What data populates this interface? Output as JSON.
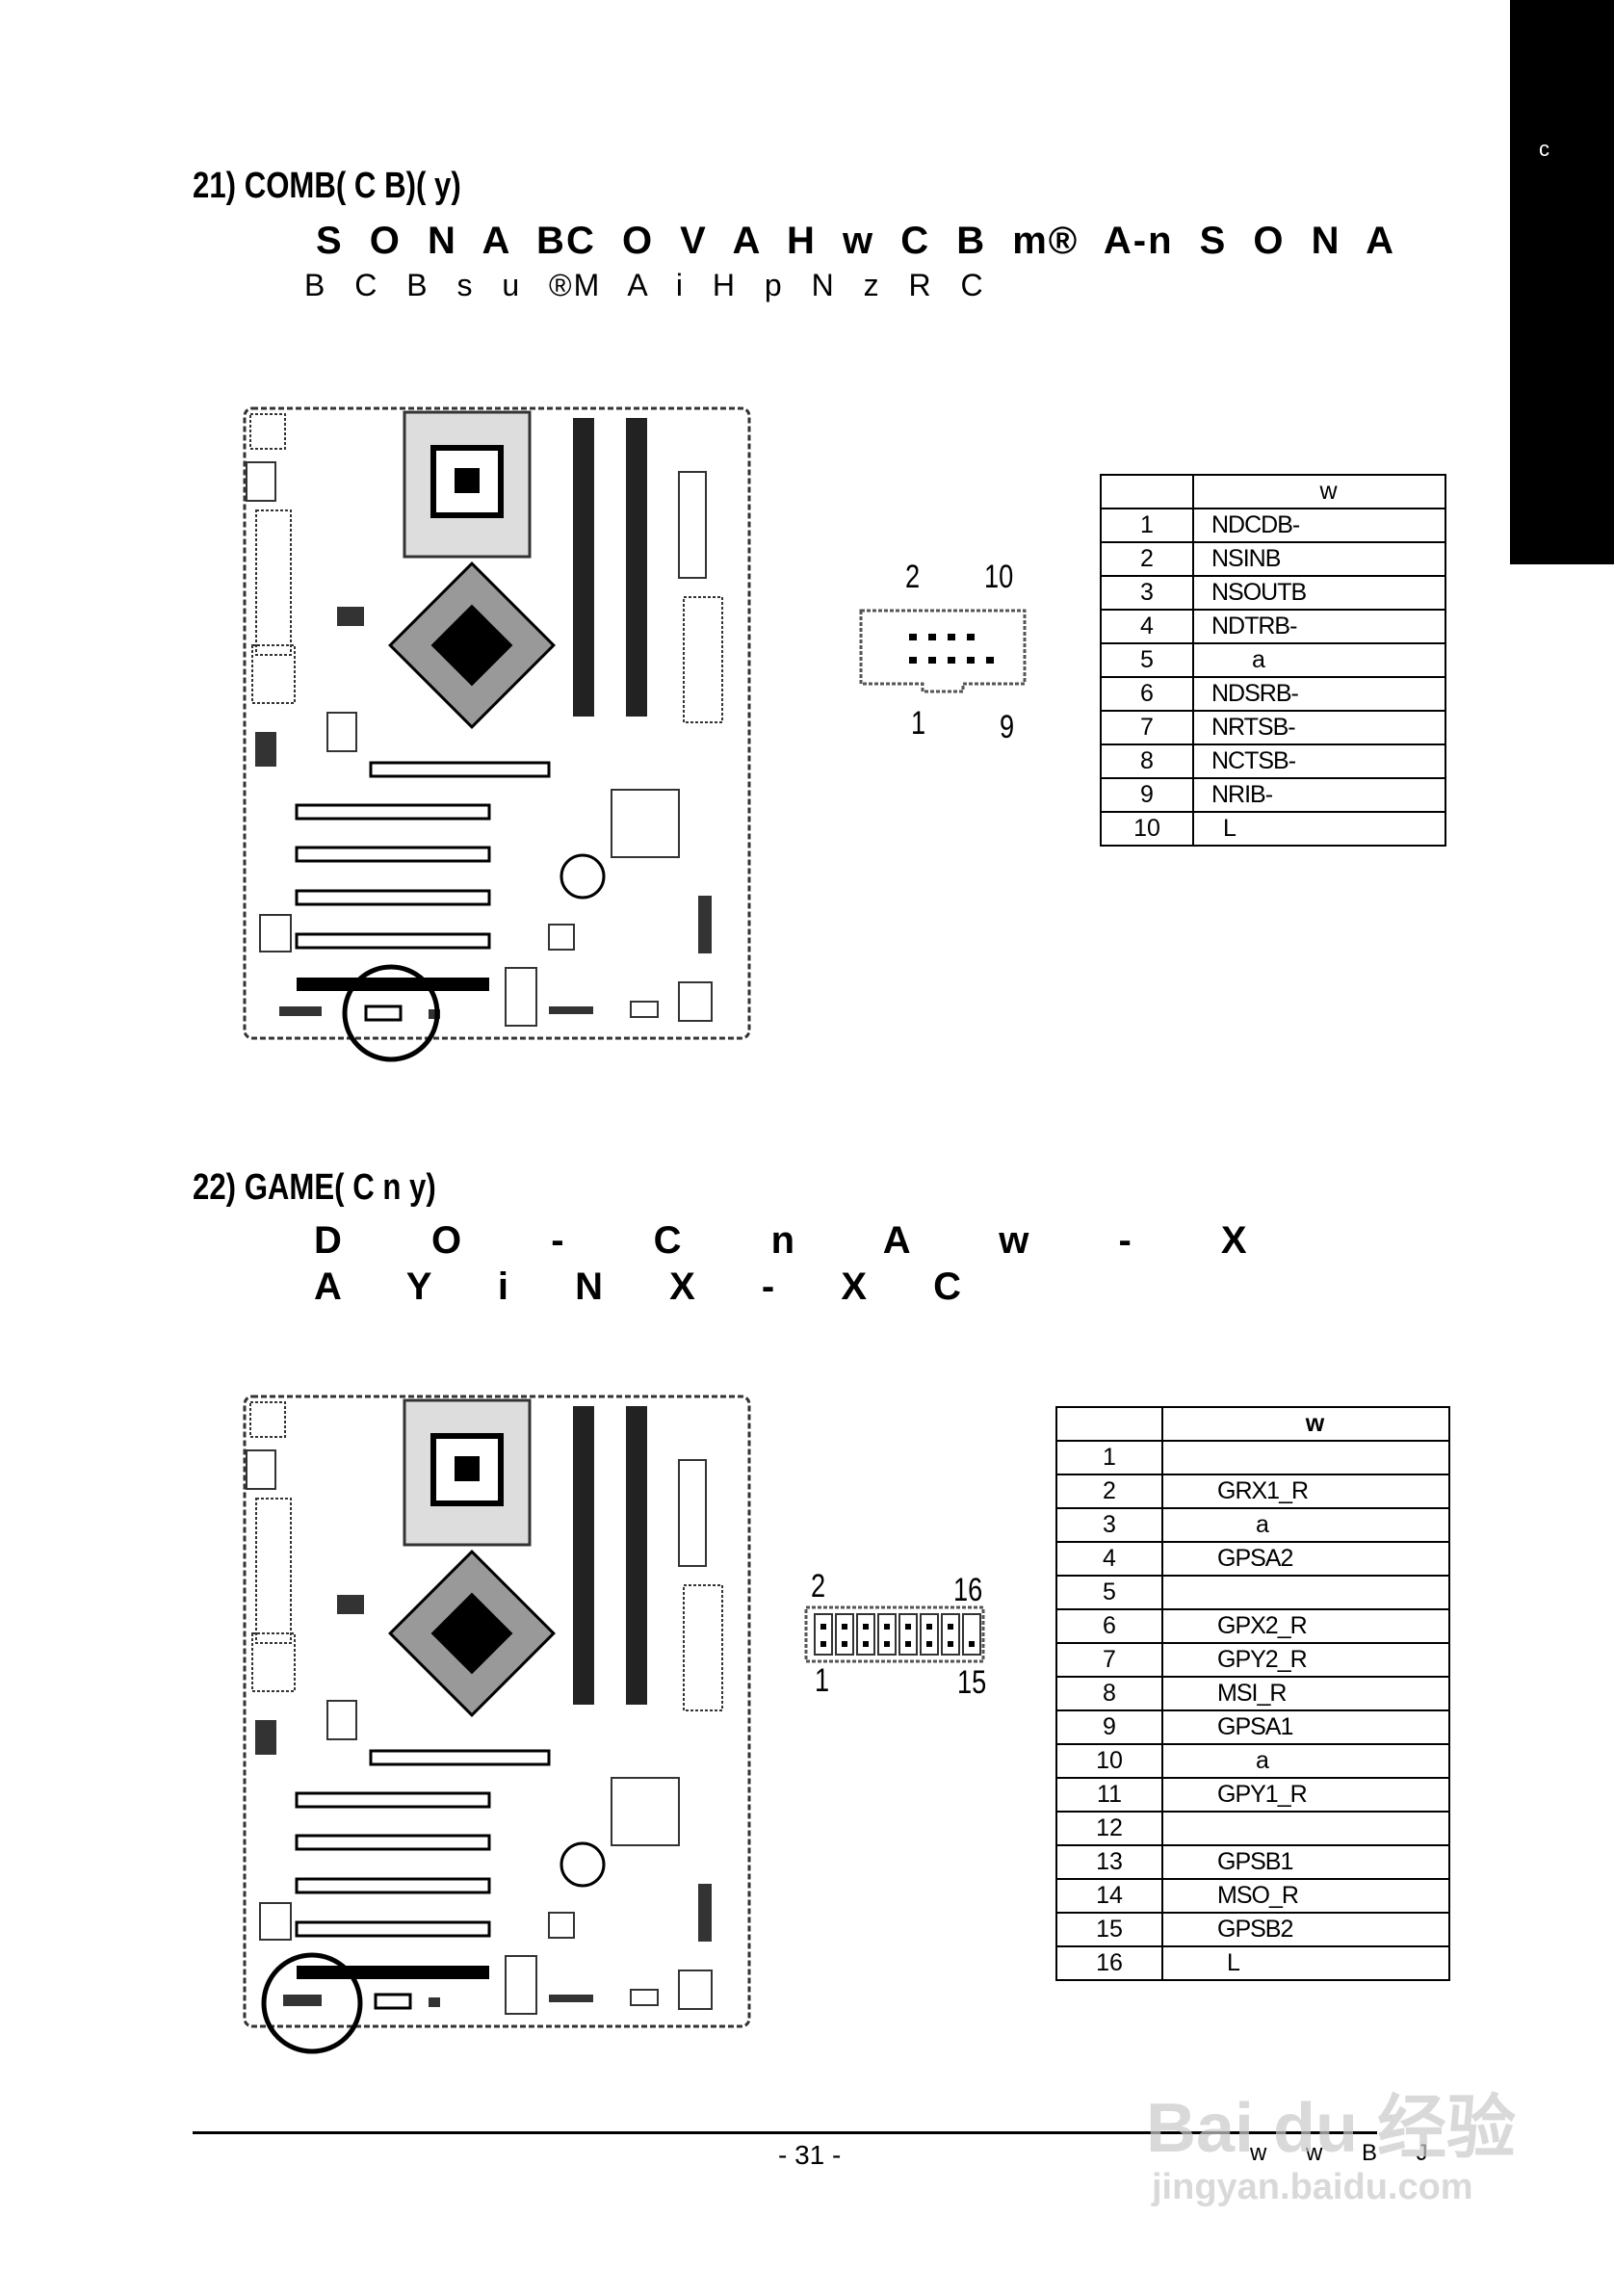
{
  "sidebar": {
    "tab_text": "c"
  },
  "section21": {
    "heading": "21) COMB( C B)( y)",
    "line1": "S O N A BC O V A H w C B m® A-n S O N A",
    "line2": "B C B s u ®M A i H p N z R C",
    "connector_top_labels": [
      "2",
      "10"
    ],
    "connector_bottom_labels": [
      "1",
      "9"
    ],
    "table_header": [
      "",
      "w"
    ],
    "rows": [
      [
        "1",
        "NDCDB-"
      ],
      [
        "2",
        "NSINB"
      ],
      [
        "3",
        "NSOUTB"
      ],
      [
        "4",
        "NDTRB-"
      ],
      [
        "5",
        "a"
      ],
      [
        "6",
        "NDSRB-"
      ],
      [
        "7",
        "NRTSB-"
      ],
      [
        "8",
        "NCTSB-"
      ],
      [
        "9",
        "NRIB-"
      ],
      [
        "10",
        "L"
      ]
    ]
  },
  "section22": {
    "heading": "22) GAME( C n y)",
    "line1": "D O - C n A w - X",
    "line2": "A Y i N X - X C",
    "connector_top_labels": [
      "2",
      "16"
    ],
    "connector_bottom_labels": [
      "1",
      "15"
    ],
    "table_header": [
      "",
      "w"
    ],
    "rows": [
      [
        "1",
        ""
      ],
      [
        "2",
        "GRX1_R"
      ],
      [
        "3",
        "a"
      ],
      [
        "4",
        "GPSA2"
      ],
      [
        "5",
        ""
      ],
      [
        "6",
        "GPX2_R"
      ],
      [
        "7",
        "GPY2_R"
      ],
      [
        "8",
        "MSI_R"
      ],
      [
        "9",
        "GPSA1"
      ],
      [
        "10",
        "a"
      ],
      [
        "11",
        "GPY1_R"
      ],
      [
        "12",
        ""
      ],
      [
        "13",
        "GPSB1"
      ],
      [
        "14",
        "MSO_R"
      ],
      [
        "15",
        "GPSB2"
      ],
      [
        "16",
        "L"
      ]
    ]
  },
  "footer": {
    "page_number": "- 31 -",
    "right_text": "w w B J"
  },
  "watermark": {
    "logo": "Bai du 经验",
    "url": "jingyan.baidu.com"
  }
}
